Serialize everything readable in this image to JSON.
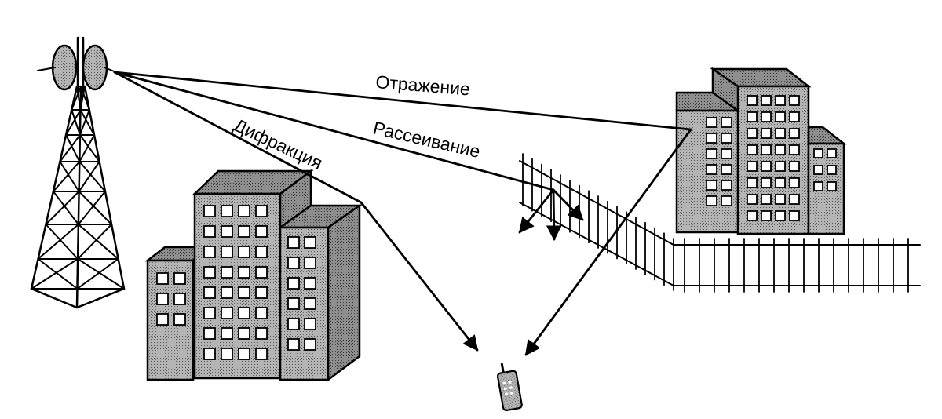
{
  "labels": {
    "reflection": "Отражение",
    "scattering": "Рассеивание",
    "diffraction": "Дифракция"
  },
  "colors": {
    "ink": "#000000",
    "building_fill": "#9a9a9a",
    "building_shade": "#7c7c7c",
    "window_fill": "#ffffff"
  }
}
